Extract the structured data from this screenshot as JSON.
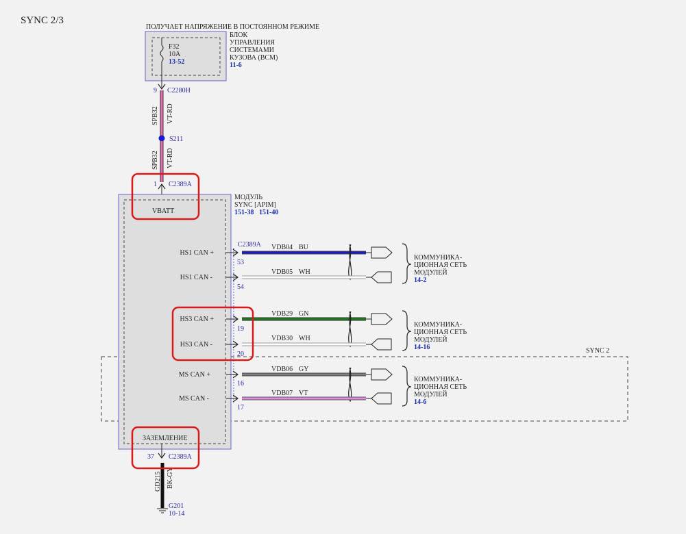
{
  "title": "SYNC 2/3",
  "supply_note": "ПОЛУЧАЕТ НАПРЯЖЕНИЕ В ПОСТОЯННОМ РЕЖИМЕ",
  "bcm": {
    "fuse_id": "F32",
    "fuse_rating": "10A",
    "fuse_ref": "13-52",
    "label_lines": [
      "БЛОК",
      "УПРАВЛЕНИЯ",
      "СИСТЕМАМИ",
      "КУЗОВА (BCM)"
    ],
    "ref": "11-6"
  },
  "supply": {
    "top_pin": "9",
    "top_connector": "C2280H",
    "circuit_1": "SPB32",
    "color_1": "VT-RD",
    "splice": "S211",
    "circuit_2": "SPB32",
    "color_2": "VT-RD",
    "bottom_pin": "1",
    "bottom_connector": "C2389A"
  },
  "module": {
    "label_lines": [
      "МОДУЛЬ",
      "SYNC [APIM]"
    ],
    "ref_1": "151-38",
    "ref_2": "151-40",
    "vbatt": "VBATT",
    "ground": "ЗАЗЕМЛЕНИЕ",
    "can_connector": "C2389A"
  },
  "signals": [
    {
      "label": "HS1 CAN +",
      "pin": "53",
      "circuit": "VDB04",
      "color_code": "BU",
      "wire_color": "#1a1acc"
    },
    {
      "label": "HS1 CAN -",
      "pin": "54",
      "circuit": "VDB05",
      "color_code": "WH",
      "wire_color": "#ffffff"
    },
    {
      "label": "HS3 CAN +",
      "pin": "19",
      "circuit": "VDB29",
      "color_code": "GN",
      "wire_color": "#1e7a1e"
    },
    {
      "label": "HS3 CAN -",
      "pin": "20",
      "circuit": "VDB30",
      "color_code": "WH",
      "wire_color": "#ffffff"
    },
    {
      "label": "MS CAN +",
      "pin": "16",
      "circuit": "VDB06",
      "color_code": "GY",
      "wire_color": "#808080"
    },
    {
      "label": "MS CAN -",
      "pin": "17",
      "circuit": "VDB07",
      "color_code": "VT",
      "wire_color": "#e08ee0"
    }
  ],
  "networks": [
    {
      "lines": [
        "КОММУНИКА-",
        "ЦИОННАЯ СЕТЬ",
        "МОДУЛЕЙ"
      ],
      "ref": "14-2"
    },
    {
      "lines": [
        "КОММУНИКА-",
        "ЦИОННАЯ СЕТЬ",
        "МОДУЛЕЙ"
      ],
      "ref": "14-16"
    },
    {
      "lines": [
        "КОММУНИКА-",
        "ЦИОННАЯ СЕТЬ",
        "МОДУЛЕЙ"
      ],
      "ref": "14-6"
    }
  ],
  "sync2_label": "SYNC 2",
  "ground": {
    "pin": "37",
    "connector": "C2389A",
    "circuit": "GD215",
    "color": "BK-GY",
    "point": "G201",
    "ref": "10-14"
  },
  "colors": {
    "highlight": "#d91a1a",
    "box_outline": "#6464c8",
    "box_fill": "#dedede",
    "ref_text": "#1a2ea8"
  }
}
